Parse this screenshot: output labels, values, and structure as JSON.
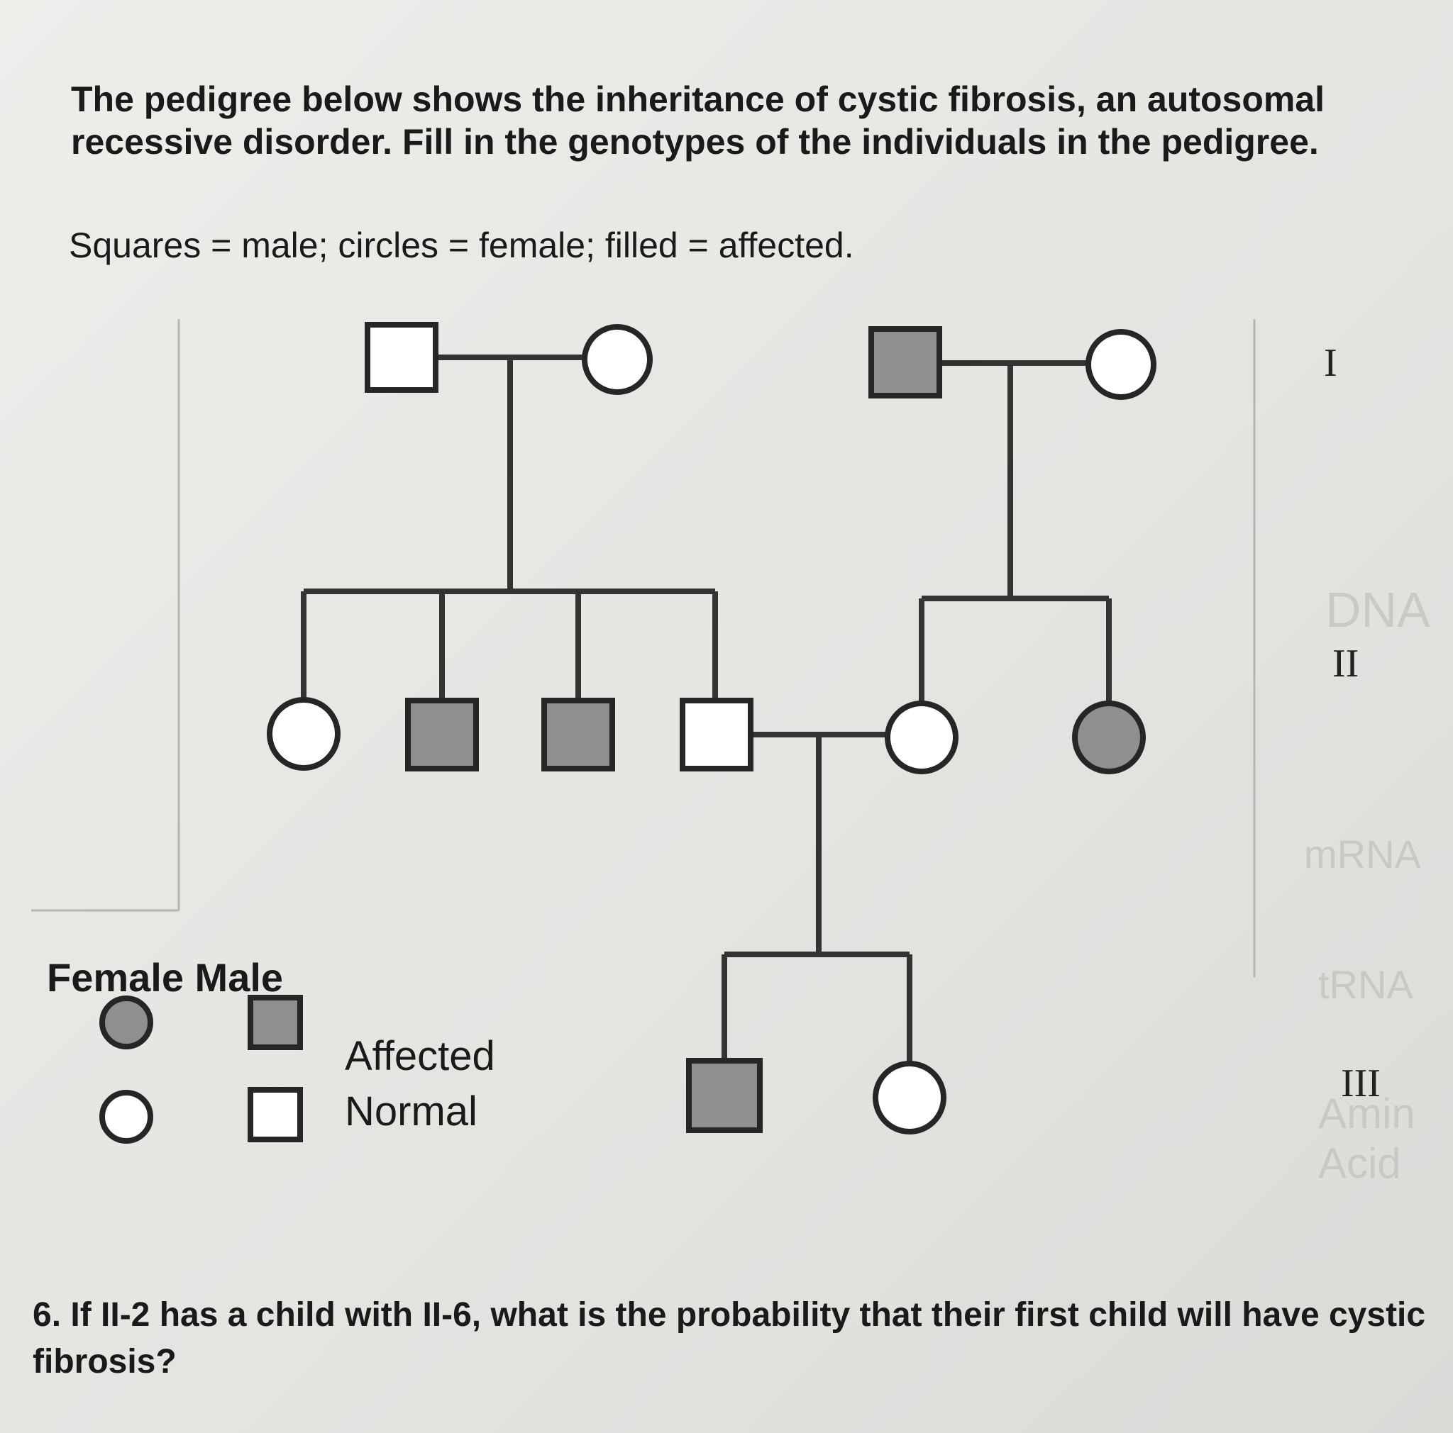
{
  "intro": {
    "line1": "The pedigree below shows the inheritance of cystic fibrosis, an autosomal recessive disorder.  Fill in the genotypes of the individuals in the pedigree.",
    "line2": "Squares = male; circles = female; filled = affected."
  },
  "generations": [
    "I",
    "II",
    "III"
  ],
  "legend": {
    "header": "Female Male",
    "affected_label": "Affected",
    "normal_label": "Normal"
  },
  "question": "6. If II-2 has a child with II-6, what is the probability that their first child will have cystic fibrosis?",
  "pedigree": {
    "individuals": [
      {
        "id": "I-1",
        "sex": "male",
        "affected": false
      },
      {
        "id": "I-2",
        "sex": "female",
        "affected": false
      },
      {
        "id": "I-3",
        "sex": "male",
        "affected": true
      },
      {
        "id": "I-4",
        "sex": "female",
        "affected": false
      },
      {
        "id": "II-1",
        "sex": "female",
        "affected": false
      },
      {
        "id": "II-2",
        "sex": "male",
        "affected": true
      },
      {
        "id": "II-3",
        "sex": "male",
        "affected": true
      },
      {
        "id": "II-4",
        "sex": "male",
        "affected": false
      },
      {
        "id": "II-5",
        "sex": "female",
        "affected": false
      },
      {
        "id": "II-6",
        "sex": "female",
        "affected": true
      },
      {
        "id": "III-1",
        "sex": "male",
        "affected": true
      },
      {
        "id": "III-2",
        "sex": "female",
        "affected": false
      }
    ]
  },
  "colors": {
    "affected_fill": "#8f8f8f",
    "normal_fill": "#ffffff",
    "line": "#333333"
  },
  "background_ghost_text": [
    "DNA",
    "mRNA",
    "tRNA",
    "Amin",
    "Acid"
  ]
}
